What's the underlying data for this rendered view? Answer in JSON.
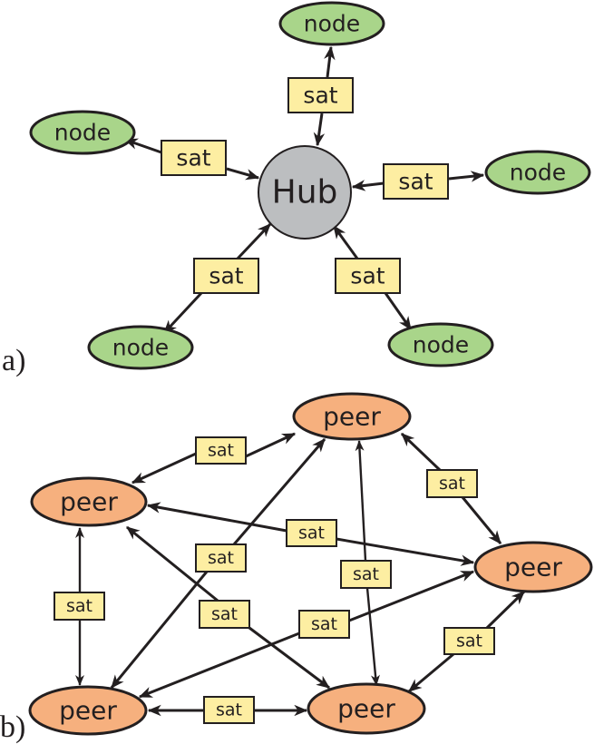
{
  "panels": [
    {
      "id": "a",
      "label": "a)",
      "topology": "star",
      "hub": {
        "label": "Hub",
        "fill": "#bcbec0"
      },
      "node_fill": "#a9d58a",
      "nodes": [
        {
          "id": "top",
          "label": "node"
        },
        {
          "id": "left",
          "label": "node"
        },
        {
          "id": "right",
          "label": "node"
        },
        {
          "id": "bottom-left",
          "label": "node"
        },
        {
          "id": "bottom-right",
          "label": "node"
        }
      ],
      "links": [
        {
          "from": "hub",
          "to": "top",
          "label": "sat",
          "bidirectional": true
        },
        {
          "from": "hub",
          "to": "left",
          "label": "sat",
          "bidirectional": true
        },
        {
          "from": "hub",
          "to": "right",
          "label": "sat",
          "bidirectional": true
        },
        {
          "from": "hub",
          "to": "bottom-left",
          "label": "sat",
          "bidirectional": true
        },
        {
          "from": "hub",
          "to": "bottom-right",
          "label": "sat",
          "bidirectional": true
        }
      ]
    },
    {
      "id": "b",
      "label": "b)",
      "topology": "mesh",
      "peer_fill": "#f6b07e",
      "nodes": [
        {
          "id": "top",
          "label": "peer"
        },
        {
          "id": "left",
          "label": "peer"
        },
        {
          "id": "right",
          "label": "peer"
        },
        {
          "id": "bottom-left",
          "label": "peer"
        },
        {
          "id": "bottom-right",
          "label": "peer"
        }
      ],
      "links": [
        {
          "from": "left",
          "to": "top",
          "label": "sat",
          "bidirectional": true
        },
        {
          "from": "top",
          "to": "right",
          "label": "sat",
          "bidirectional": true
        },
        {
          "from": "left",
          "to": "right",
          "label": "sat",
          "bidirectional": true
        },
        {
          "from": "bottom-left",
          "to": "top",
          "label": "sat",
          "bidirectional": true
        },
        {
          "from": "bottom-right",
          "to": "top",
          "label": "sat",
          "bidirectional": true
        },
        {
          "from": "left",
          "to": "bottom-left",
          "label": "sat",
          "bidirectional": true
        },
        {
          "from": "left",
          "to": "bottom-right",
          "label": "sat",
          "bidirectional": true
        },
        {
          "from": "bottom-left",
          "to": "right",
          "label": "sat",
          "bidirectional": true
        },
        {
          "from": "bottom-right",
          "to": "right",
          "label": "sat",
          "bidirectional": true
        },
        {
          "from": "bottom-left",
          "to": "bottom-right",
          "label": "sat",
          "bidirectional": true
        }
      ]
    }
  ],
  "colors": {
    "line": "#231f20",
    "sat_fill": "#fdeea2",
    "node_fill": "#a9d58a",
    "peer_fill": "#f6b07e",
    "hub_fill": "#bcbec0"
  }
}
